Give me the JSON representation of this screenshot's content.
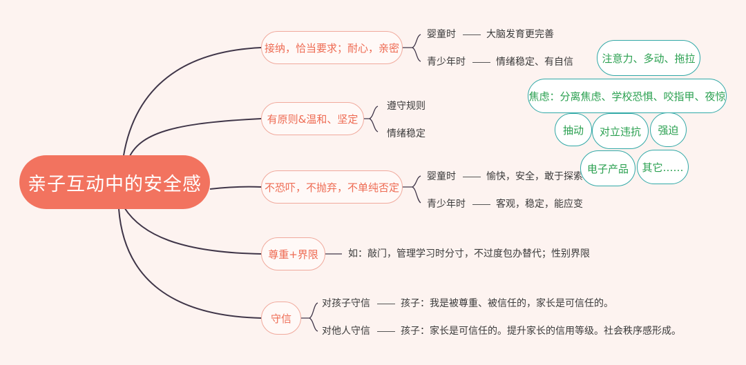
{
  "root": "亲子互动中的安全感",
  "branches": [
    {
      "label": "接纳，恰当要求；耐心，亲密",
      "children": [
        {
          "label": "婴童时",
          "detail": "大脑发育更完善"
        },
        {
          "label": "青少年时",
          "detail": "情绪稳定、有自信"
        }
      ]
    },
    {
      "label": "有原则&温和、坚定",
      "children": [
        {
          "label": "遵守规则"
        },
        {
          "label": "情绪稳定"
        }
      ]
    },
    {
      "label": "不恐吓，不抛弃，不单纯否定",
      "children": [
        {
          "label": "婴童时",
          "detail": "愉快，安全，敢于探索"
        },
        {
          "label": "青少年时",
          "detail": "客观，稳定，能应变"
        }
      ]
    },
    {
      "label": "尊重+界限",
      "children": [
        {
          "label": "如：敲门，管理学习时分寸，不过度包办替代；性别界限"
        }
      ]
    },
    {
      "label": "守信",
      "children": [
        {
          "label": "对孩子守信",
          "detail": "孩子：我是被尊重、被信任的，家长是可信任的。"
        },
        {
          "label": "对他人守信",
          "detail": "孩子：家长是可信任的。提升家长的信用等级。社会秩序感形成。"
        }
      ]
    }
  ],
  "side_notes": [
    "注意力、多动、拖拉",
    "焦虑：分离焦虑、学校恐惧、咬指甲、夜惊",
    "抽动",
    "对立违抗",
    "强迫",
    "电子产品",
    "其它……"
  ],
  "colors": {
    "accent": "#f2735f",
    "branch_border": "#f0a99c",
    "note_border": "#2fa8a6",
    "note_text": "#2aa050"
  }
}
